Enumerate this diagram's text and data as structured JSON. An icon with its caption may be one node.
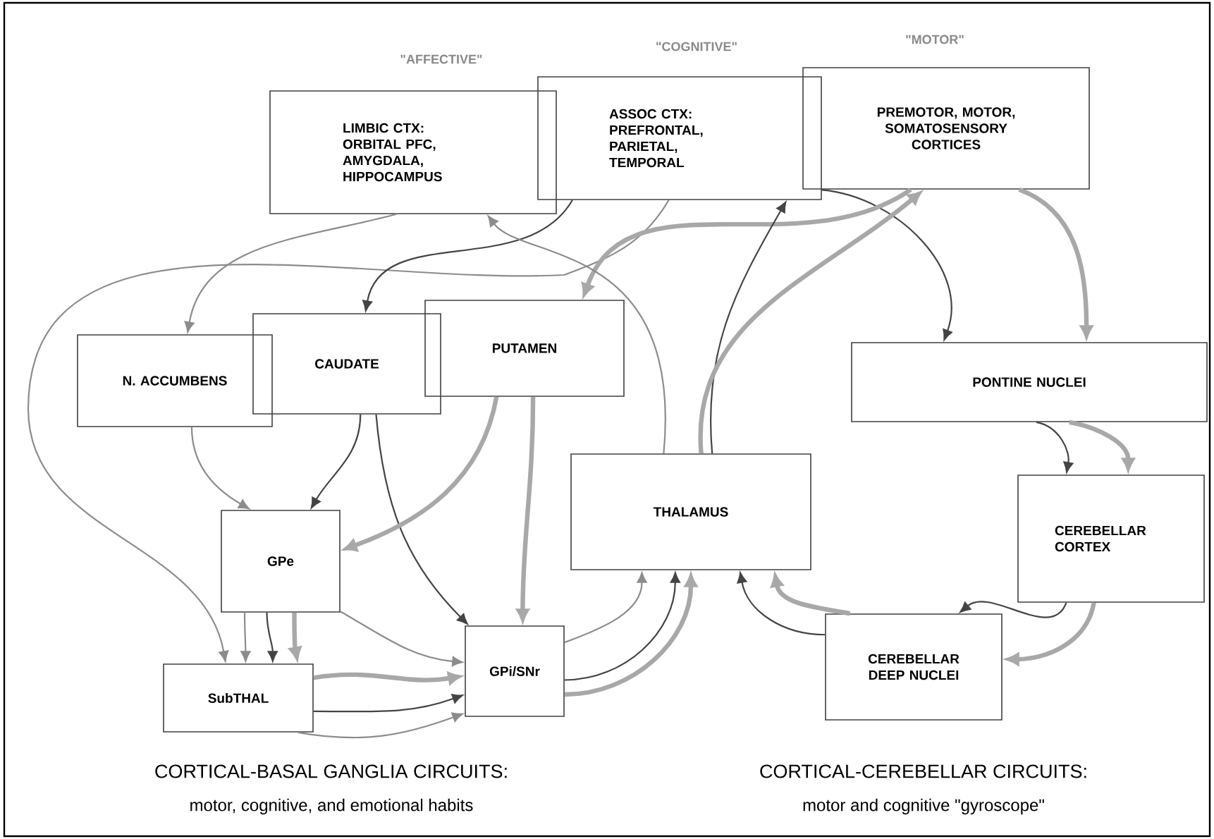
{
  "diagram": {
    "nodes": [
      {
        "text": [
          "LIMBIC CTX: ORBITAL PFC, AMYGDALA, HIPPOCAMPUS"
        ]
      },
      {
        "text": [
          "ASSOC CTX: PREFRONTAL, PARIETAL, TEMPORAL"
        ]
      },
      {
        "text": [
          "PREMOTOR, MOTOR, SOMATOSENSORY CORTICES"
        ]
      },
      {
        "text": [
          "N. ACCUMBENS"
        ]
      },
      {
        "text": [
          "CAUDATE"
        ]
      },
      {
        "text": [
          "PUTAMEN"
        ]
      },
      {
        "text": [
          "PONTINE NUCLEI"
        ]
      },
      {
        "text": [
          "THALAMUS"
        ]
      },
      {
        "text": [
          "CEREBELLAR CORTEX"
        ]
      },
      {
        "text": [
          "GPe"
        ]
      },
      {
        "text": [
          "GPi/SNr"
        ]
      },
      {
        "text": [
          "SubTHAL"
        ]
      },
      {
        "text": [
          "CEREBELLAR DEEP NUCLEI"
        ]
      }
    ],
    "edges": [
      {
        "from": 0,
        "to": 3,
        "arrow": "to",
        "color": "#8c8c8c"
      },
      {
        "from": 1,
        "to": 11,
        "arrow": "to",
        "color": "#8c8c8c"
      },
      {
        "from": 1,
        "to": 4,
        "arrow": "to"
      },
      {
        "from": 1,
        "to": 6,
        "arrow": "to"
      },
      {
        "from": 2,
        "to": 5,
        "arrow": "to",
        "style": "thick",
        "color": "#a8a8a8"
      },
      {
        "from": 2,
        "to": 6,
        "arrow": "to",
        "style": "thick",
        "color": "#a8a8a8"
      },
      {
        "from": 7,
        "to": 0,
        "arrow": "to",
        "color": "#8c8c8c"
      },
      {
        "from": 7,
        "to": 1,
        "arrow": "to"
      },
      {
        "from": 7,
        "to": 2,
        "arrow": "to",
        "style": "thick",
        "color": "#a8a8a8"
      },
      {
        "from": 3,
        "to": 9,
        "arrow": "to",
        "color": "#8c8c8c"
      },
      {
        "from": 4,
        "to": 9,
        "arrow": "to"
      },
      {
        "from": 4,
        "to": 10,
        "arrow": "to"
      },
      {
        "from": 5,
        "to": 9,
        "arrow": "to",
        "style": "thick",
        "color": "#a8a8a8"
      },
      {
        "from": 5,
        "to": 10,
        "arrow": "to",
        "style": "thick",
        "color": "#a8a8a8"
      },
      {
        "from": 9,
        "to": 11,
        "arrow": "to",
        "color": "#8c8c8c"
      },
      {
        "from": 9,
        "to": 11,
        "arrow": "to"
      },
      {
        "from": 9,
        "to": 11,
        "arrow": "to",
        "style": "thick",
        "color": "#a8a8a8"
      },
      {
        "from": 9,
        "to": 10,
        "arrow": "to",
        "color": "#8c8c8c"
      },
      {
        "from": 11,
        "to": 10,
        "arrow": "to",
        "style": "thick",
        "color": "#a8a8a8"
      },
      {
        "from": 11,
        "to": 10,
        "arrow": "to"
      },
      {
        "from": 11,
        "to": 10,
        "arrow": "to",
        "color": "#8c8c8c"
      },
      {
        "from": 10,
        "to": 7,
        "arrow": "to",
        "color": "#8c8c8c"
      },
      {
        "from": 10,
        "to": 7,
        "arrow": "to"
      },
      {
        "from": 10,
        "to": 7,
        "arrow": "to",
        "style": "thick",
        "color": "#a8a8a8"
      },
      {
        "from": 6,
        "to": 8,
        "arrow": "to"
      },
      {
        "from": 6,
        "to": 8,
        "arrow": "to",
        "style": "thick",
        "color": "#a8a8a8"
      },
      {
        "from": 8,
        "to": 12,
        "arrow": "to"
      },
      {
        "from": 8,
        "to": 12,
        "arrow": "to",
        "style": "thick",
        "color": "#a8a8a8"
      },
      {
        "from": 12,
        "to": 7,
        "arrow": "to"
      },
      {
        "from": 12,
        "to": 7,
        "arrow": "to",
        "style": "thick",
        "color": "#a8a8a8"
      }
    ],
    "labels": [
      "\"AFFECTIVE\"",
      "\"COGNITIVE\"",
      "\"MOTOR\"",
      "CORTICAL-BASAL GANGLIA CIRCUITS:",
      "motor, cognitive, and emotional habits",
      "CORTICAL-CEREBELLAR CIRCUITS:",
      "motor and cognitive \"gyroscope\""
    ]
  }
}
